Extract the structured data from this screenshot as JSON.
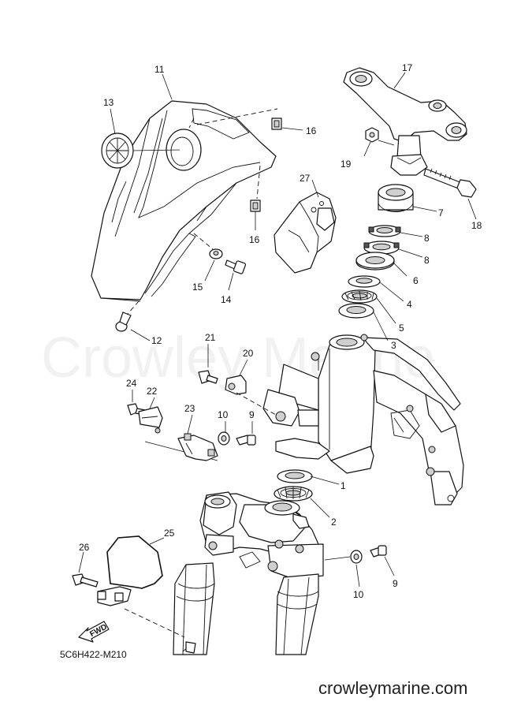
{
  "watermark": "Crowley Marine",
  "diagram_code": "5C6H422-M210",
  "site_url": "crowleymarine.com",
  "fwd_label": "FWD",
  "callouts": {
    "c1": "1",
    "c2": "2",
    "c3": "3",
    "c4": "4",
    "c5": "5",
    "c6": "6",
    "c7": "7",
    "c8a": "8",
    "c8b": "8",
    "c9a": "9",
    "c9b": "9",
    "c10a": "10",
    "c10b": "10",
    "c11": "11",
    "c12": "12",
    "c13": "13",
    "c14": "14",
    "c15": "15",
    "c16a": "16",
    "c16b": "16",
    "c17": "17",
    "c18": "18",
    "c19": "19",
    "c20": "20",
    "c21": "21",
    "c22": "22",
    "c23": "23",
    "c24": "24",
    "c25": "25",
    "c26": "26",
    "c27": "27"
  }
}
